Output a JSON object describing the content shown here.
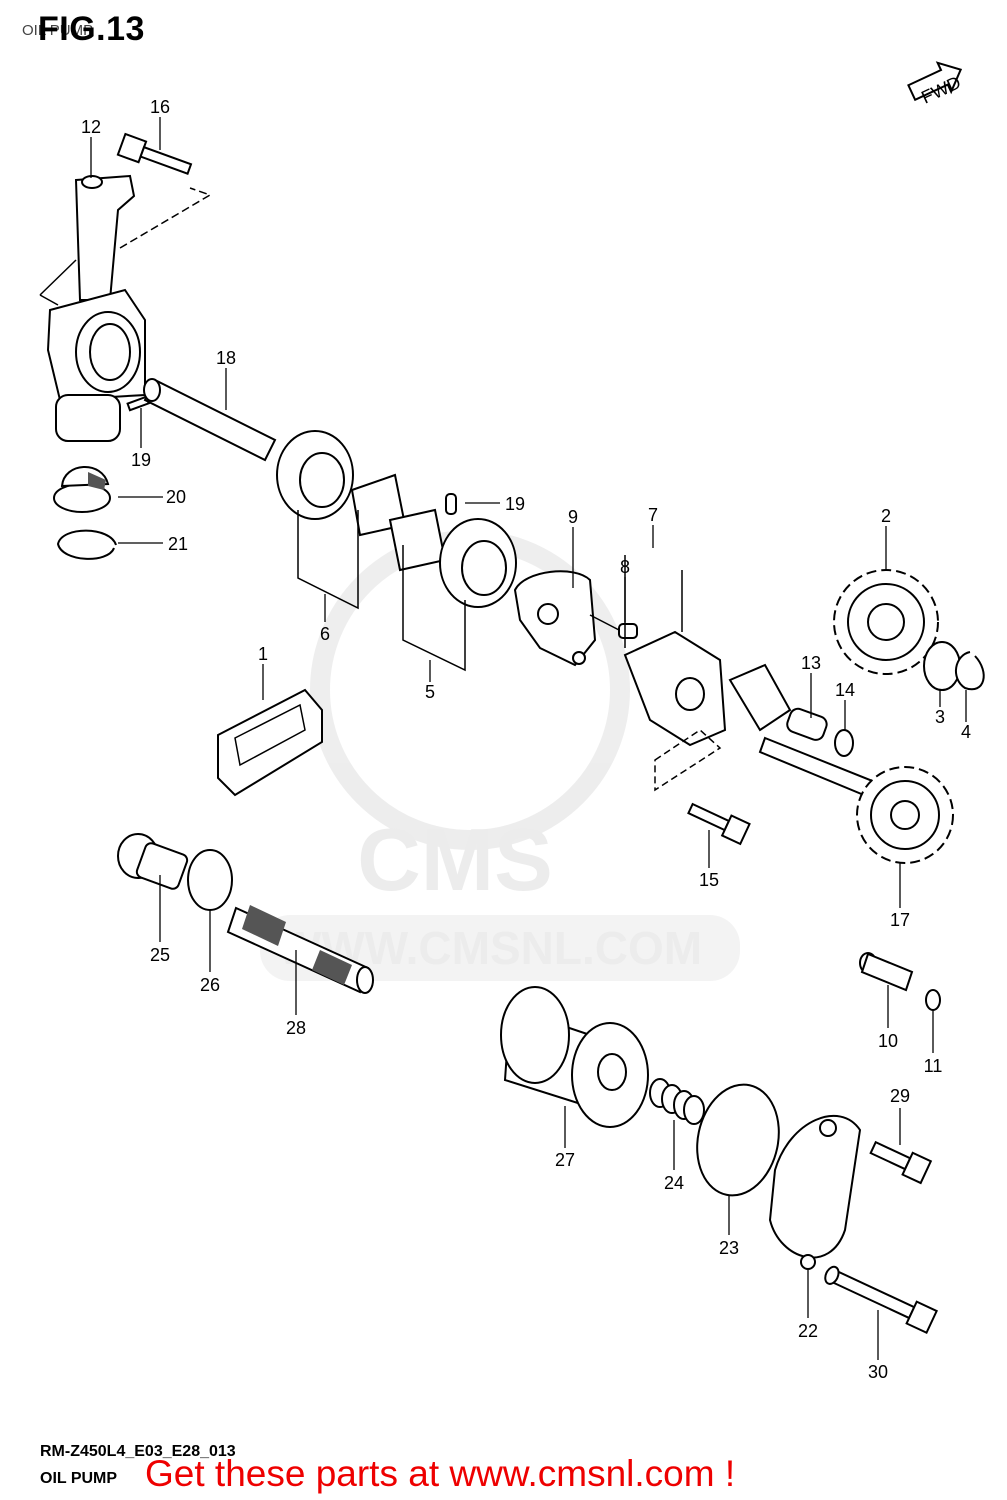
{
  "header": {
    "title": "FIG.13",
    "subtitle": "OIL PUMP"
  },
  "footer": {
    "model_code": "RM-Z450L4_E03_E28_013",
    "caption": "OIL PUMP",
    "promo": "Get these parts at www.cmsnl.com !"
  },
  "fwd_label": "FWD",
  "watermark": {
    "logo_text": "CMS",
    "url_text": "WWW.CMSNL.COM"
  },
  "parts": [
    {
      "number": "1",
      "icon": "rubber-seal-plate-icon"
    },
    {
      "number": "2",
      "icon": "gear-icon"
    },
    {
      "number": "3",
      "icon": "washer-icon"
    },
    {
      "number": "4",
      "icon": "circlip-icon"
    },
    {
      "number": "5",
      "icon": "pump-rotor-set-icon"
    },
    {
      "number": "6",
      "icon": "pump-rotor-set-icon"
    },
    {
      "number": "7",
      "icon": "pump-case-icon"
    },
    {
      "number": "8",
      "icon": "dowel-pin-icon"
    },
    {
      "number": "9",
      "icon": "pump-cover-plate-icon"
    },
    {
      "number": "10",
      "icon": "nozzle-icon"
    },
    {
      "number": "11",
      "icon": "o-ring-icon"
    },
    {
      "number": "12",
      "icon": "pump-body-icon"
    },
    {
      "number": "13",
      "icon": "bushing-icon"
    },
    {
      "number": "14",
      "icon": "o-ring-icon"
    },
    {
      "number": "15",
      "icon": "bolt-icon"
    },
    {
      "number": "16",
      "icon": "bolt-icon"
    },
    {
      "number": "17",
      "icon": "gear-icon"
    },
    {
      "number": "18",
      "icon": "shaft-icon"
    },
    {
      "number": "19",
      "icon": "pin-icon"
    },
    {
      "number": "20",
      "icon": "strainer-icon"
    },
    {
      "number": "21",
      "icon": "circlip-icon"
    },
    {
      "number": "22",
      "icon": "filter-cap-icon"
    },
    {
      "number": "23",
      "icon": "o-ring-icon"
    },
    {
      "number": "24",
      "icon": "spring-icon"
    },
    {
      "number": "25",
      "icon": "drain-plug-icon"
    },
    {
      "number": "26",
      "icon": "gasket-icon"
    },
    {
      "number": "27",
      "icon": "oil-filter-icon"
    },
    {
      "number": "28",
      "icon": "strainer-tube-icon"
    },
    {
      "number": "29",
      "icon": "bolt-icon"
    },
    {
      "number": "30",
      "icon": "bolt-icon"
    }
  ]
}
